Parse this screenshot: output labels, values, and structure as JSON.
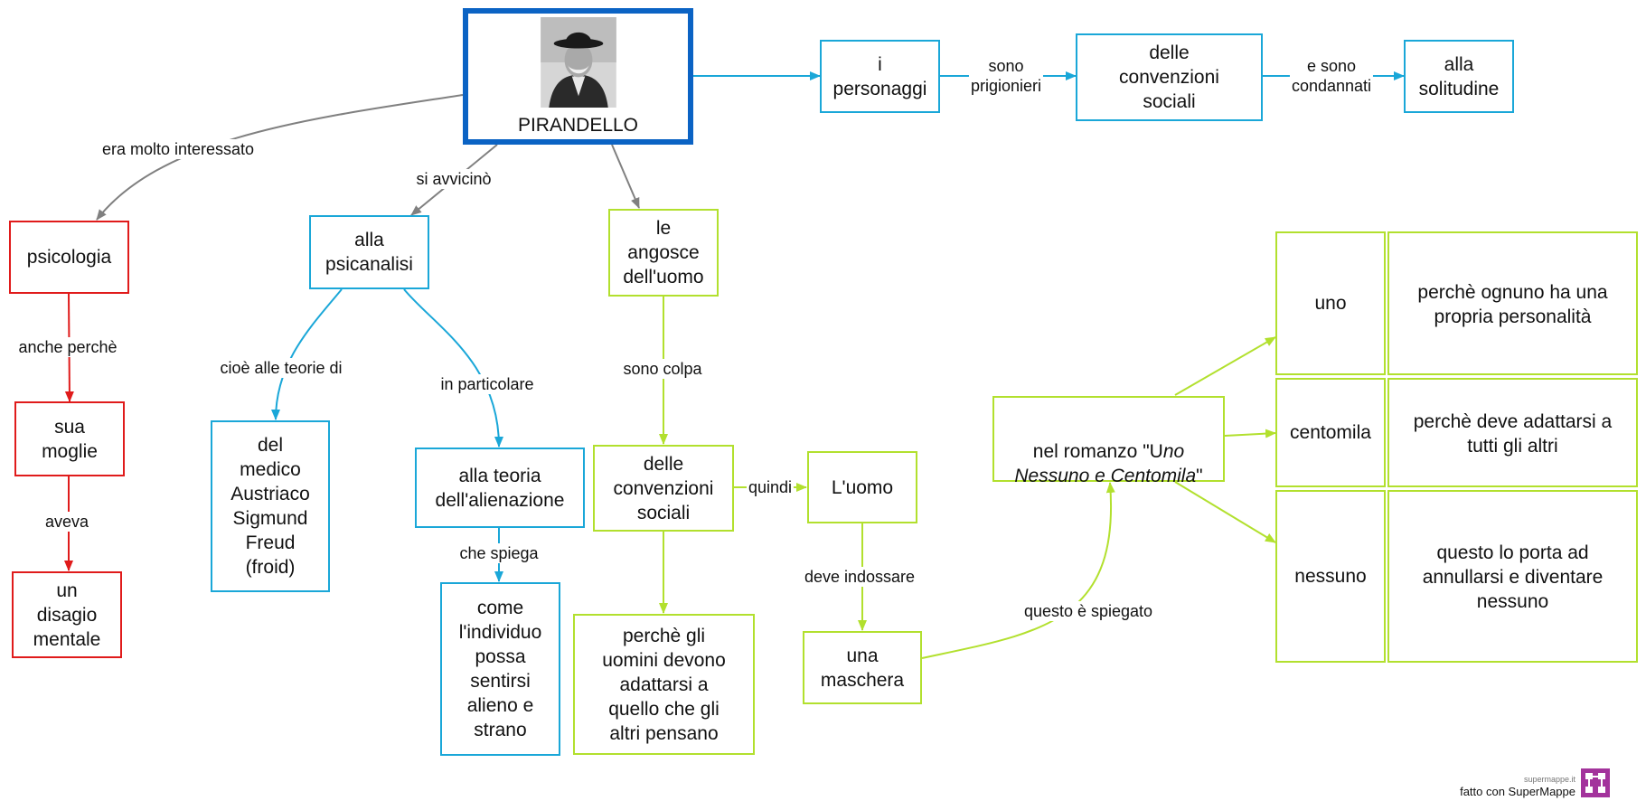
{
  "colors": {
    "red": "#e01b1b",
    "blue": "#1aa7d8",
    "green": "#b2e02e",
    "gray": "#808080",
    "root": "#0b63c4",
    "brand": "#a3339c"
  },
  "nodes": {
    "pirandello": "PIRANDELLO",
    "personaggi": "i\npersonaggi",
    "convenzioni_top": "delle\nconvenzioni\nsociali",
    "solitudine": "alla\nsolitudine",
    "psicologia": "psicologia",
    "moglie": "sua\nmoglie",
    "disagio": "un\ndisagio\nmentale",
    "psicanalisi": "alla\npsicanalisi",
    "freud": "del\nmedico\nAustriaco\nSigmund\nFreud\n(froid)",
    "alienazione": "alla teoria\ndell'alienazione",
    "individuo": "come\nl'individuo\npossa\nsentirsi\nalieno e\nstrano",
    "angosce": "le\nangosce\ndell'uomo",
    "convenzioni_mid": "delle\nconvenzioni\nsociali",
    "perche_uomini": "perchè gli\nuomini devono\nadattarsi a\nquello che gli\naltri pensano",
    "uomo": "L'uomo",
    "maschera": "una\nmaschera",
    "romanzo_pre": "nel romanzo \"U",
    "romanzo_title": "no\nNessuno  e  Centomila",
    "romanzo_post": "\"",
    "uno": "uno",
    "uno_desc": "perchè ognuno ha una\npropria personalità",
    "centomila": "centomila",
    "centomila_desc": "perchè deve adattarsi a\ntutti gli altri",
    "nessuno": "nessuno",
    "nessuno_desc": "questo lo porta ad\nannullarsi e diventare\nnessuno"
  },
  "labels": {
    "interessato": "era molto interessato",
    "avvicino": "si avvicinò",
    "prigionieri": "sono\nprigionieri",
    "condannati": "e sono\ncondannati",
    "anche_perche": "anche perchè",
    "aveva": "aveva",
    "teorie_di": "cioè alle teorie di",
    "particolare": "in particolare",
    "spiega": "che spiega",
    "colpa": "sono colpa",
    "quindi": "quindi",
    "indossare": "deve indossare",
    "spiegato": "questo è spiegato"
  },
  "watermark": {
    "site": "supermappe.it",
    "made_with": "fatto con SuperMappe"
  }
}
